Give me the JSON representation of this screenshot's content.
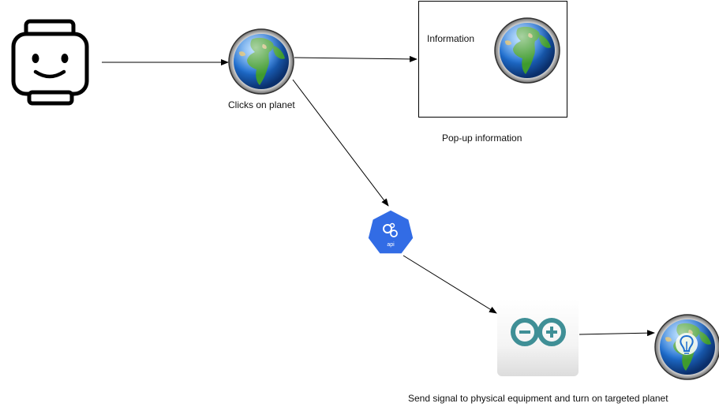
{
  "labels": {
    "clicks_on_planet": "Clicks on planet",
    "popup_information": "Pop-up information",
    "information": "Information",
    "send_signal": "Send signal to physical equipment and turn on targeted planet",
    "api": "api"
  },
  "icons": {
    "user": "lego-face-icon",
    "planet": "globe-icon",
    "api": "kubernetes-api-icon",
    "arduino": "arduino-icon",
    "planet_bulb": "globe-lightbulb-icon"
  },
  "colors": {
    "ocean": "#1f6fd0",
    "land": "#3f9b2e",
    "api_blue": "#326ce5",
    "arduino_teal": "#3f8f96"
  }
}
